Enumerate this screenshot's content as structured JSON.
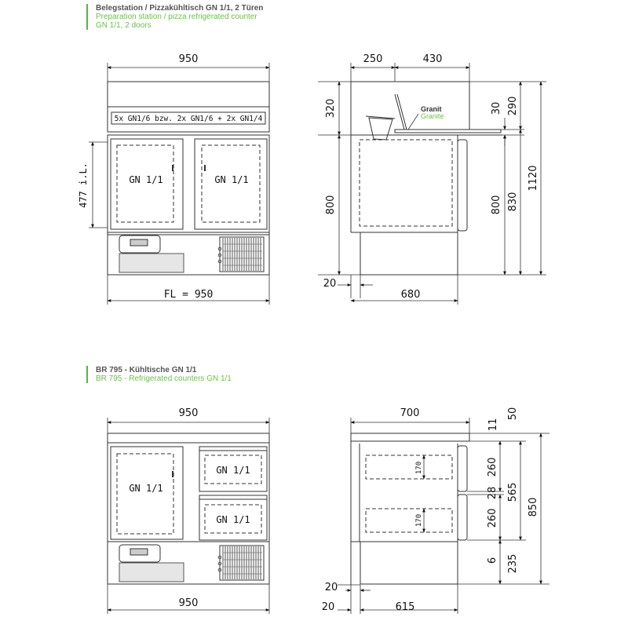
{
  "section1": {
    "title_de": "Belegstation / Pizzakühltisch GN 1/1, 2 Türen",
    "title_en": "Preparation station / pizza refrigerated counter",
    "subtitle": "GN 1/1, 2 doors",
    "front": {
      "width": "950",
      "top_label": "5x GN1/6 bzw. 2x GN1/6 + 2x GN1/4",
      "door_left": "GN 1/1",
      "door_right": "GN 1/1",
      "inner_height": "477 i.L.",
      "footer_width": "FL = 950"
    },
    "side": {
      "d250": "250",
      "d430": "430",
      "d320": "320",
      "d800a": "800",
      "d20": "20",
      "d680": "680",
      "d30": "30",
      "d290": "290",
      "d800b": "800",
      "d830": "830",
      "d1120": "1120",
      "granit_de": "Granit",
      "granit_en": "Granite"
    }
  },
  "section2": {
    "title_de": "BR 795 - Kühltische GN 1/1",
    "title_en": "BR 795 - Refrigerated counters GN 1/1",
    "front": {
      "width": "950",
      "door_left": "GN 1/1",
      "drawer_top": "GN 1/1",
      "drawer_bottom": "GN 1/1",
      "footer_width": "950"
    },
    "side": {
      "d700": "700",
      "d20a": "20",
      "d20b": "20",
      "d615": "615",
      "d11": "11",
      "d50": "50",
      "d260a": "260",
      "d28": "28",
      "d260b": "260",
      "d6": "6",
      "d235": "235",
      "d565": "565",
      "d850": "850",
      "d170a": "170",
      "d170b": "170"
    }
  }
}
